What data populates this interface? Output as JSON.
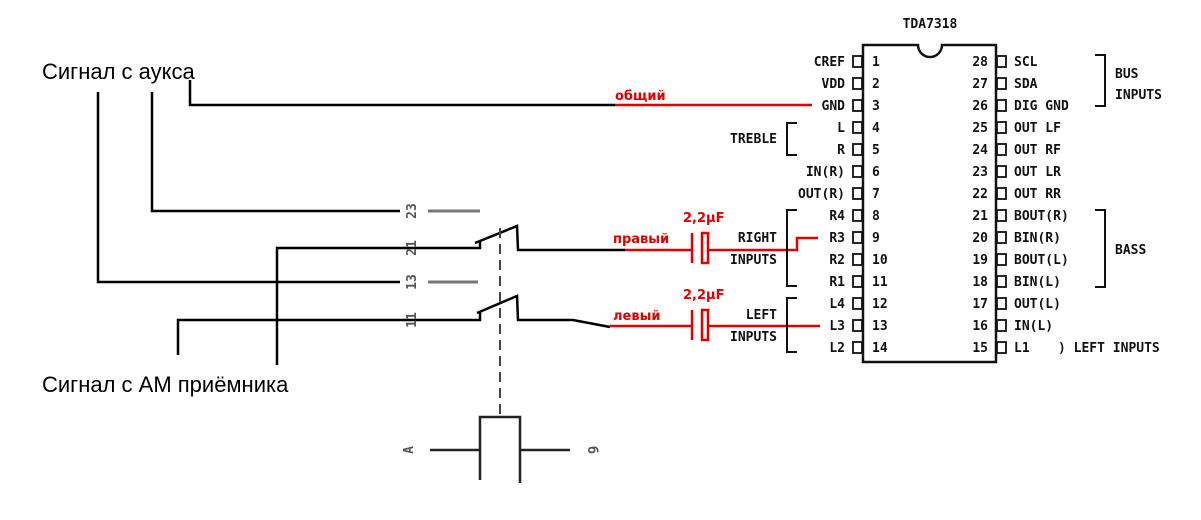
{
  "labels": {
    "aux_signal": "Сигнал с аукса",
    "am_signal": "Сигнал с АМ приёмника",
    "common": "общий",
    "right": "правый",
    "left": "левый",
    "cap_right": "2,2µF",
    "cap_left": "2,2µF"
  },
  "chip": {
    "name": "TDA7318",
    "left_pins": [
      {
        "n": "1",
        "label": "CREF"
      },
      {
        "n": "2",
        "label": "VDD"
      },
      {
        "n": "3",
        "label": "GND"
      },
      {
        "n": "4",
        "label": "L"
      },
      {
        "n": "5",
        "label": "R"
      },
      {
        "n": "6",
        "label": "IN(R)"
      },
      {
        "n": "7",
        "label": "OUT(R)"
      },
      {
        "n": "8",
        "label": "R4"
      },
      {
        "n": "9",
        "label": "R3"
      },
      {
        "n": "10",
        "label": "R2"
      },
      {
        "n": "11",
        "label": "R1"
      },
      {
        "n": "12",
        "label": "L4"
      },
      {
        "n": "13",
        "label": "L3"
      },
      {
        "n": "14",
        "label": "L2"
      }
    ],
    "right_pins": [
      {
        "n": "28",
        "label": "SCL"
      },
      {
        "n": "27",
        "label": "SDA"
      },
      {
        "n": "26",
        "label": "DIG GND"
      },
      {
        "n": "25",
        "label": "OUT LF"
      },
      {
        "n": "24",
        "label": "OUT RF"
      },
      {
        "n": "23",
        "label": "OUT LR"
      },
      {
        "n": "22",
        "label": "OUT RR"
      },
      {
        "n": "21",
        "label": "BOUT(R)"
      },
      {
        "n": "20",
        "label": "BIN(R)"
      },
      {
        "n": "19",
        "label": "BOUT(L)"
      },
      {
        "n": "18",
        "label": "BIN(L)"
      },
      {
        "n": "17",
        "label": "OUT(L)"
      },
      {
        "n": "16",
        "label": "IN(L)"
      },
      {
        "n": "15",
        "label": "L1"
      }
    ],
    "groups": {
      "bus": "BUS",
      "bus_inputs": "INPUTS",
      "bass": "BASS",
      "treble": "TREBLE",
      "right": "RIGHT",
      "right_inputs": "INPUTS",
      "left": "LEFT",
      "left_inputs": "INPUTS",
      "left_inputs_right": ") LEFT INPUTS"
    }
  },
  "switch": {
    "contacts": [
      "23",
      "21",
      "13",
      "11"
    ],
    "terminal_a": "A",
    "terminal_b": "б"
  },
  "colors": {
    "signal": "#e00000",
    "wire": "#000000"
  }
}
